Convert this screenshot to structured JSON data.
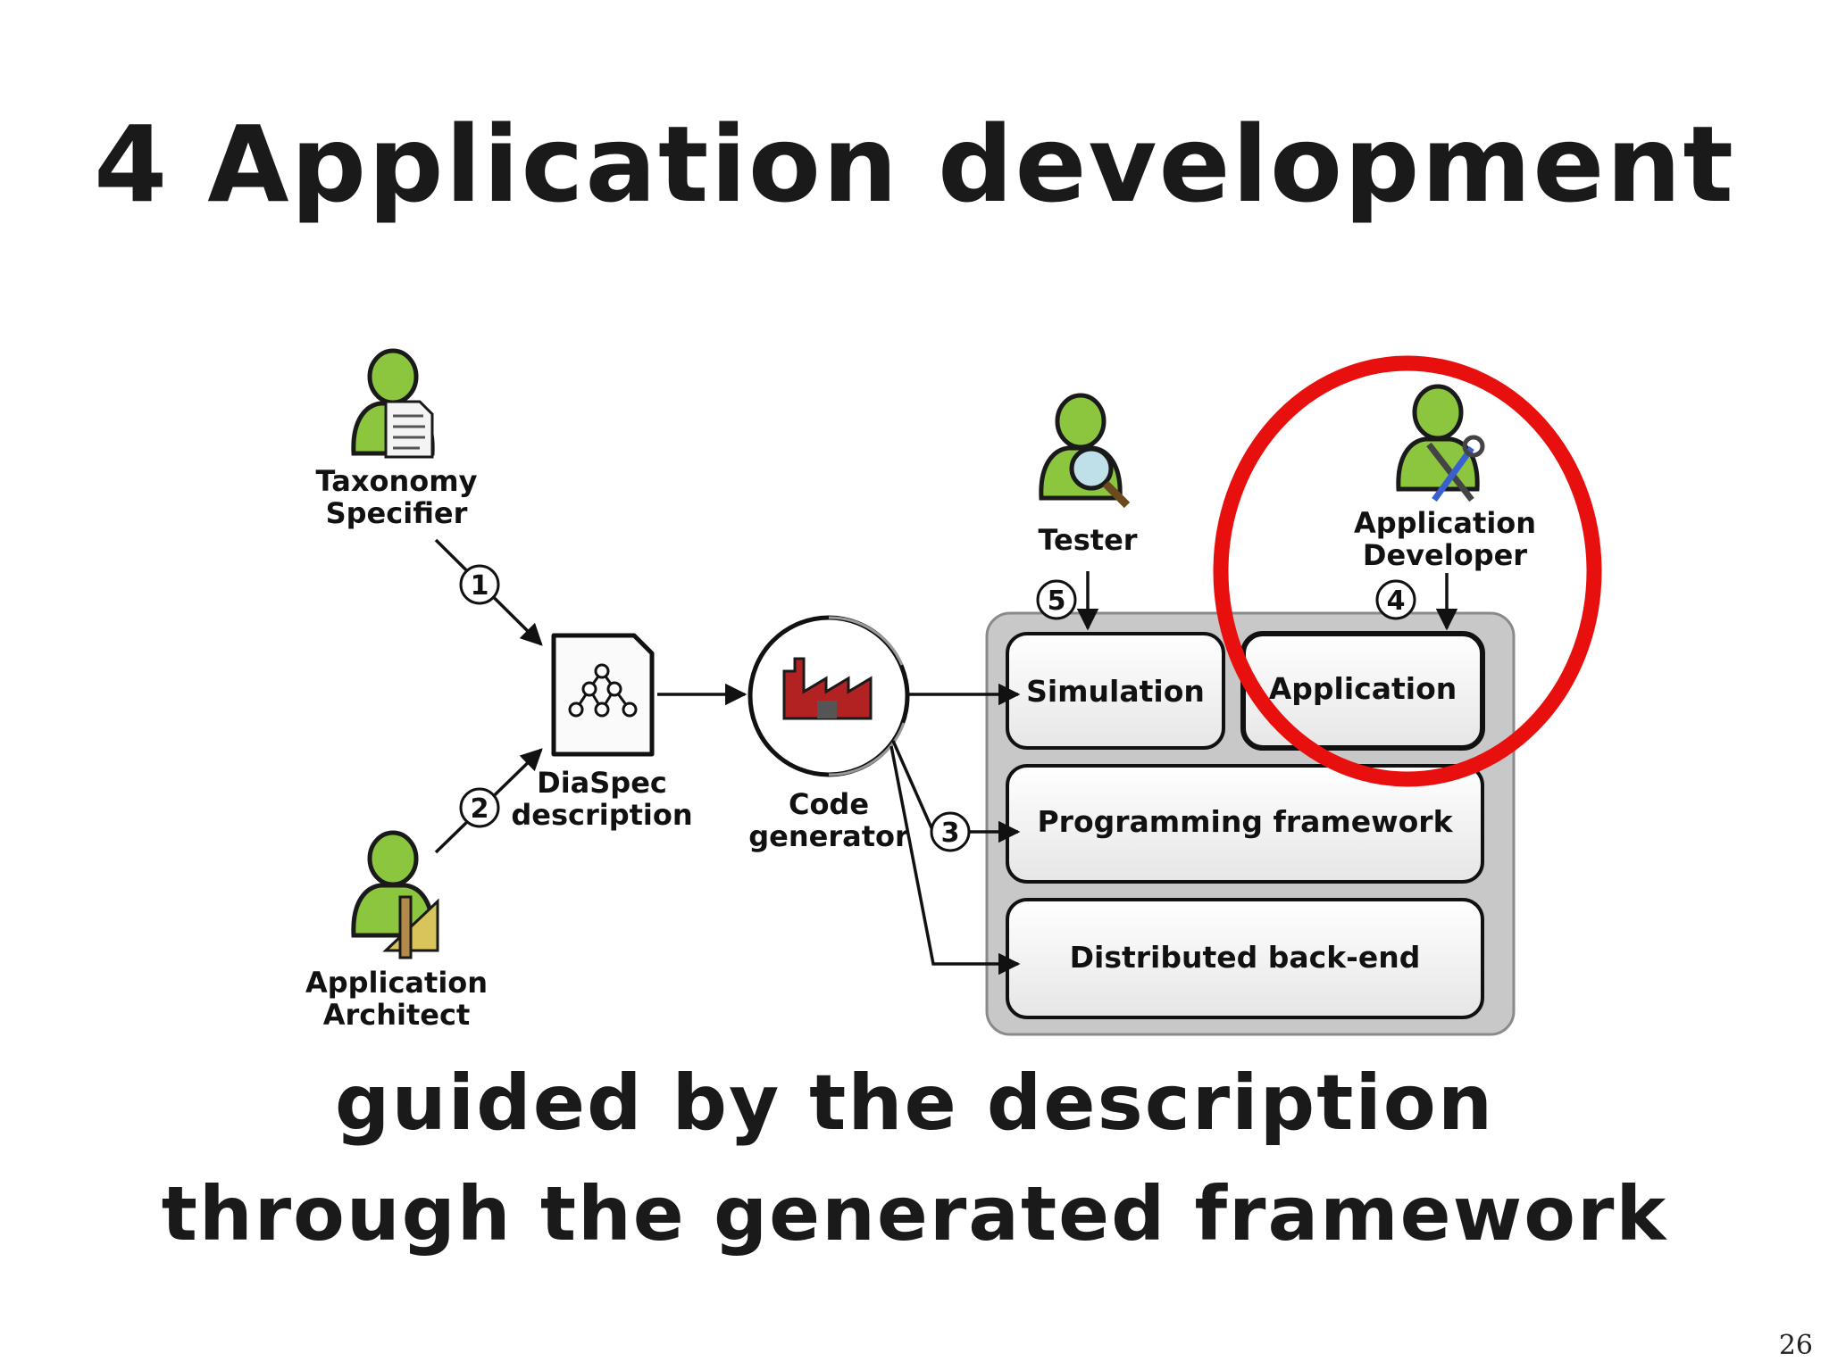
{
  "title": "4 Application development",
  "subtitle_line1": "guided by the description",
  "subtitle_line2": "through the generated framework",
  "page_number": "26",
  "diagram": {
    "roles": {
      "taxonomy_line1": "Taxonomy",
      "taxonomy_line2": "Specifier",
      "architect_line1": "Application",
      "architect_line2": "Architect",
      "tester": "Tester",
      "developer_line1": "Application",
      "developer_line2": "Developer"
    },
    "artifacts": {
      "diaspec_line1": "DiaSpec",
      "diaspec_line2": "description",
      "codegen_line1": "Code",
      "codegen_line2": "generator"
    },
    "steps": [
      "1",
      "2",
      "3",
      "4",
      "5"
    ],
    "boxes": {
      "simulation": "Simulation",
      "application": "Application",
      "programming_framework": "Programming framework",
      "backend": "Distributed back-end"
    },
    "colors": {
      "person_green": "#8cc63f",
      "highlight_red": "#e8100f",
      "factory_red": "#b22222",
      "panel_gray": "#c8c8c8"
    }
  }
}
